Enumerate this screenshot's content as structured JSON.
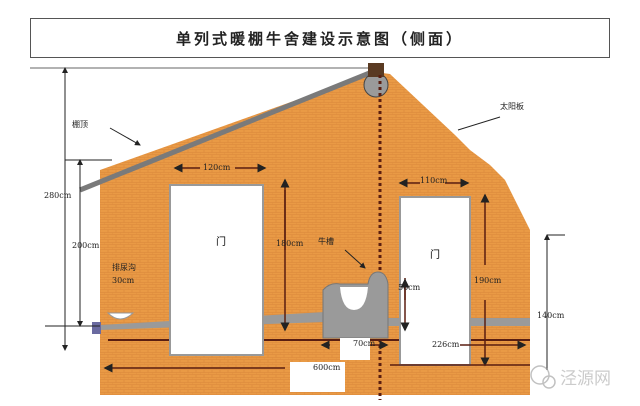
{
  "title": "单列式暖棚牛舍建设示意图（侧面）",
  "labels": {
    "roof": "棚顶",
    "solar_panel": "太阳板",
    "trough": "牛槽",
    "urine_ditch": "排尿沟",
    "door_left": "门",
    "door_right": "门"
  },
  "dimensions": {
    "total_height": "280cm",
    "wall_height": "200cm",
    "door_left_width": "120cm",
    "door_left_height": "180cm",
    "ditch_width": "30cm",
    "trough_height": "50cm",
    "trough_width": "70cm",
    "door_right_width": "110cm",
    "door_right_height": "190cm",
    "front_wall_height": "140cm",
    "inner_span": "226cm",
    "total_length": "600cm"
  },
  "watermark": "泾源网",
  "colors": {
    "brick": "#e99a45",
    "roof": "#7a7a7a",
    "trough": "#9a9a9a",
    "line": "#5a1e10"
  }
}
